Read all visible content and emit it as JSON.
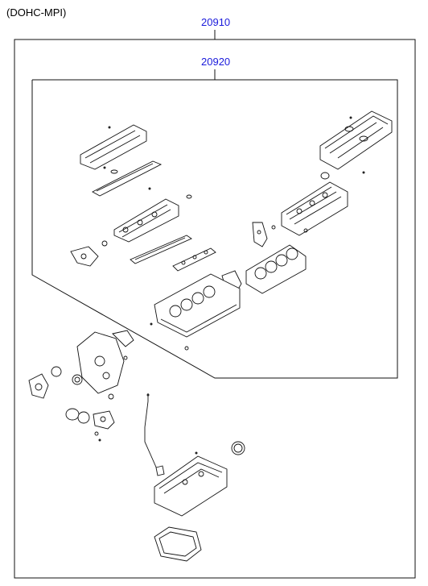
{
  "header": {
    "engine_type": "(DOHC-MPI)"
  },
  "part_numbers": {
    "overhaul_kit": "20910",
    "upper_kit": "20920"
  },
  "colors": {
    "callout": "#1a1adb",
    "line": "#111111"
  }
}
